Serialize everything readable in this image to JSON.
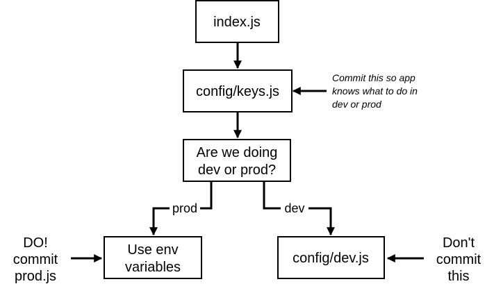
{
  "nodes": {
    "index": {
      "label": "index.js"
    },
    "keys": {
      "label": "config/keys.js"
    },
    "decision": {
      "line1": "Are we doing",
      "line2": "dev or prod?"
    },
    "env": {
      "line1": "Use env",
      "line2": "variables"
    },
    "dev": {
      "label": "config/dev.js"
    }
  },
  "edges": {
    "prod_label": "prod",
    "dev_label": "dev"
  },
  "notes": {
    "keys_note": [
      "Commit this so app",
      "knows what to do in",
      "dev or prod"
    ],
    "prod_note": [
      "DO!",
      "commit",
      "prod.js"
    ],
    "dev_note": [
      "Don't",
      "commit",
      "this"
    ]
  }
}
